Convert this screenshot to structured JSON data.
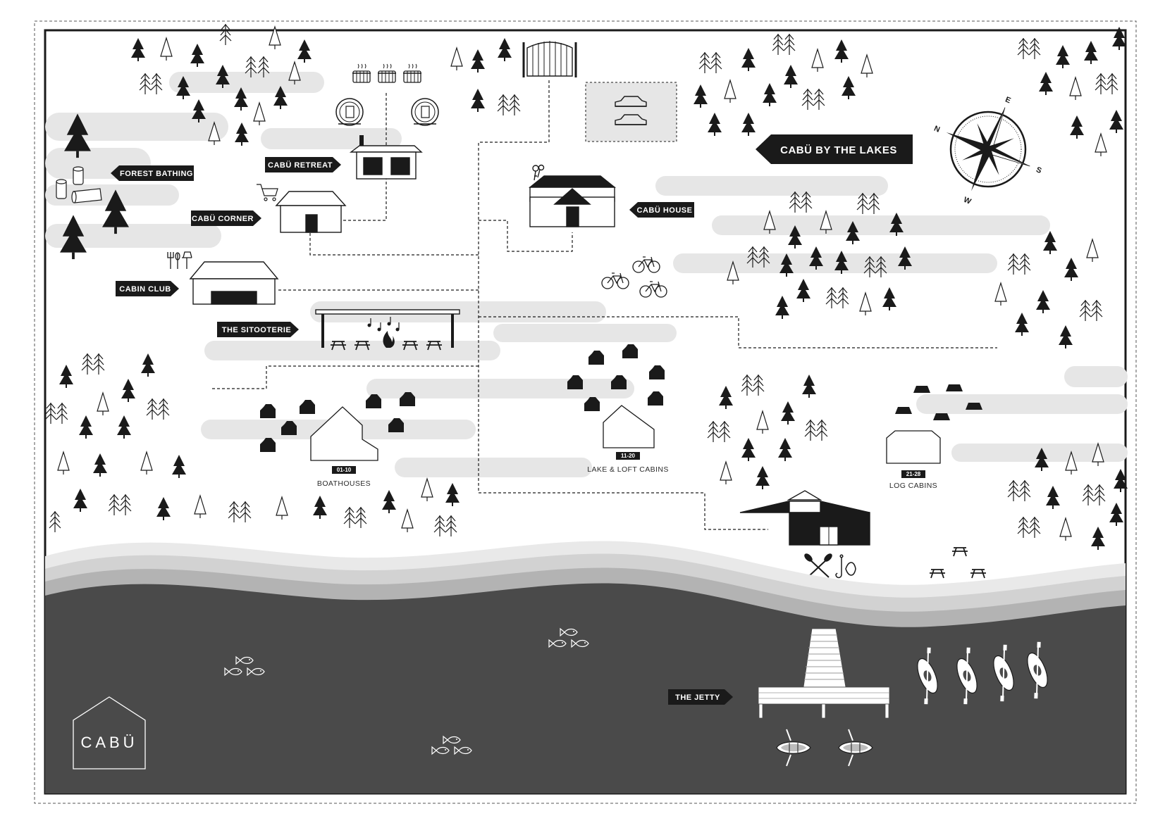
{
  "title": "CABÜ BY THE LAKES",
  "compass": {
    "n": "N",
    "e": "E",
    "s": "S",
    "w": "W"
  },
  "locations": {
    "forest_bathing": "FOREST BATHING",
    "cabu_retreat": "CABÜ RETREAT",
    "cabu_corner": "CABÜ CORNER",
    "cabu_house": "CABÜ HOUSE",
    "cabin_club": "CABIN CLUB",
    "the_sitooterie": "THE SITOOTERIE",
    "the_jetty": "THE JETTY"
  },
  "cabin_areas": {
    "boathouses": {
      "range": "01-10",
      "name": "BOATHOUSES"
    },
    "lake_loft": {
      "range": "11-20",
      "name": "LAKE & LOFT CABINS"
    },
    "log_cabins": {
      "range": "21-28",
      "name": "LOG CABINS"
    }
  },
  "logo": {
    "text": "CABÜ"
  },
  "colors": {
    "lake": "#4a4a4a",
    "ink": "#1a1a1a",
    "cloud": "#e6e6e6",
    "shore": "#cfcfcf"
  }
}
